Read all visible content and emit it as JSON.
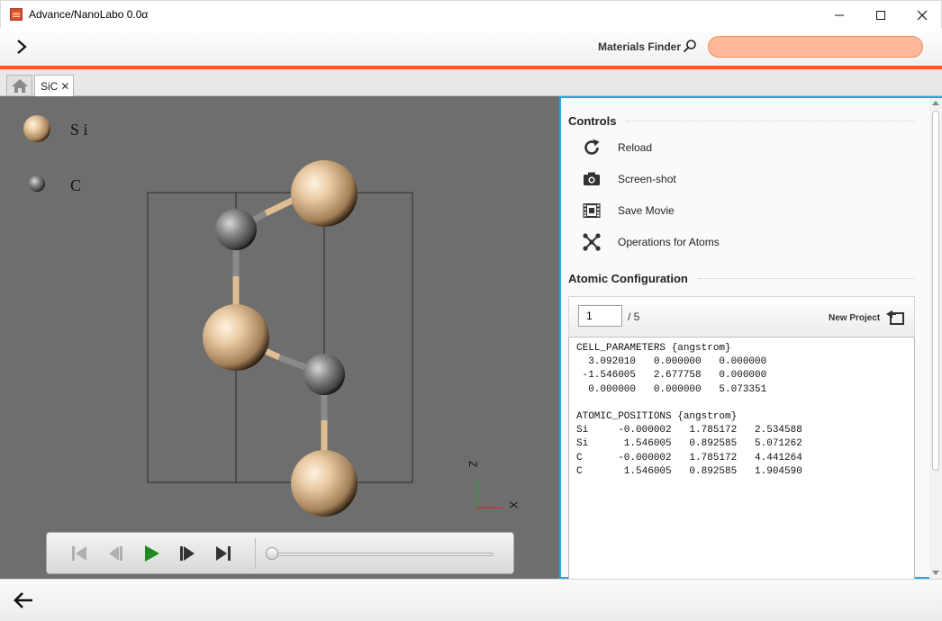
{
  "window": {
    "title": "Advance/NanoLabo 0.0α"
  },
  "toolbar": {
    "finder_label": "Materials Finder",
    "search_value": ""
  },
  "tabs": {
    "items": [
      {
        "label": "SiC",
        "close": "✕"
      }
    ]
  },
  "viewer": {
    "legend": [
      {
        "element": "S i",
        "color": "#d8b48a"
      },
      {
        "element": "C",
        "color": "#6a6a6a"
      }
    ],
    "axes": {
      "z": "Z",
      "x": "X"
    }
  },
  "controls": {
    "title": "Controls",
    "items": [
      {
        "label": "Reload",
        "icon": "reload-icon"
      },
      {
        "label": "Screen-shot",
        "icon": "camera-icon"
      },
      {
        "label": "Save Movie",
        "icon": "film-icon"
      },
      {
        "label": "Operations for Atoms",
        "icon": "atoms-icon"
      }
    ]
  },
  "atomic_configuration": {
    "title": "Atomic Configuration",
    "frame_value": "1",
    "frame_total": "/ 5",
    "new_project_label": "New Project",
    "text": "CELL_PARAMETERS {angstrom}\n  3.092010   0.000000   0.000000\n -1.546005   2.677758   0.000000\n  0.000000   0.000000   5.073351\n\nATOMIC_POSITIONS {angstrom}\nSi     -0.000002   1.785172   2.534588\nSi      1.546005   0.892585   5.071262\nC      -0.000002   1.785172   4.441264\nC       1.546005   0.892585   1.904590"
  },
  "player": {
    "progress": 0.0
  },
  "colors": {
    "accent": "#ff5a1a",
    "panel_border": "#29a5e0",
    "search_field": "#ffb89c",
    "play": "#1f8a1f"
  }
}
